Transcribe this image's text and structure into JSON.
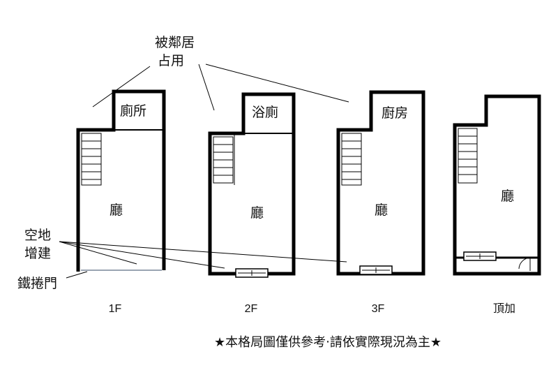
{
  "annotations": {
    "occupied_line1": "被鄰居",
    "occupied_line2": "占用",
    "open_area_line1": "空地",
    "open_area_line2": "增建",
    "iron_shutter": "鐵捲門"
  },
  "floors": [
    {
      "label": "1F",
      "top_room": "廁所",
      "main_room": "廳"
    },
    {
      "label": "2F",
      "top_room": "浴廁",
      "main_room": "廳"
    },
    {
      "label": "3F",
      "top_room": "廚房",
      "main_room": "廳"
    },
    {
      "label": "頂加",
      "top_room": "",
      "main_room": "廳"
    }
  ],
  "footer_note": "★本格局圖僅供參考‧請依實際現況為主★"
}
